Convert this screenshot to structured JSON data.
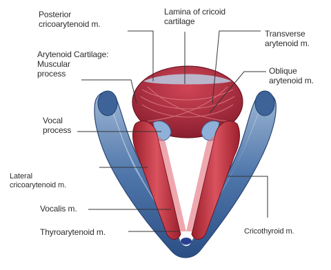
{
  "labels": {
    "posterior_crico": "Posterior\ncricoarytenoid m.",
    "lamina": "Lamina of cricoid\ncartilage",
    "transverse": "Transverse\narytenoid m.",
    "arytenoid_muscular": "Arytenoid Cartilage:\nMuscular\nprocess",
    "oblique": "Oblique\narytenoid m.",
    "vocal_process": "Vocal\nprocess",
    "lateral_crico": "Lateral\ncricoarytenoid m.",
    "vocalis": "Vocalis m.",
    "thyroarytenoid": "Thyroarytenoid m.",
    "cricothyroid": "Cricothyroid m."
  },
  "colors": {
    "cartilage_blue": "#5f84b4",
    "muscle_red": "#c0343f",
    "line": "#333333"
  }
}
